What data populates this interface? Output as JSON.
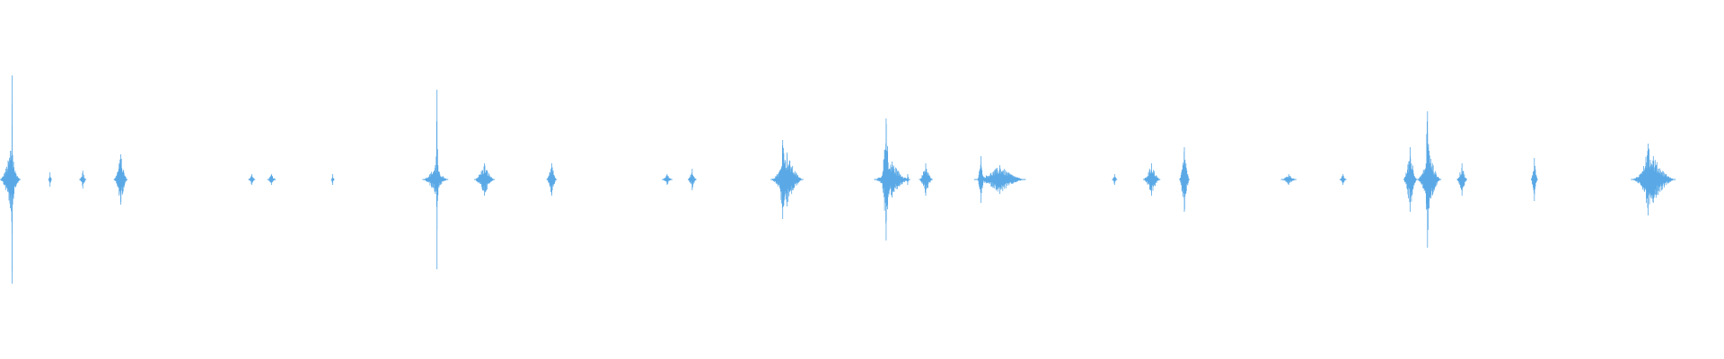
{
  "waveform": {
    "color": "#5aa9e6",
    "peak_scale": 1.0,
    "events": [
      {
        "start": 0.0,
        "end": 0.012,
        "peak": 0.16
      },
      {
        "start": 0.005,
        "end": 0.009,
        "peak": 0.3
      },
      {
        "start": 0.0065,
        "end": 0.0075,
        "peak": 0.58
      },
      {
        "start": 0.028,
        "end": 0.03,
        "peak": 0.04
      },
      {
        "start": 0.046,
        "end": 0.05,
        "peak": 0.05
      },
      {
        "start": 0.066,
        "end": 0.074,
        "peak": 0.14
      },
      {
        "start": 0.068,
        "end": 0.072,
        "peak": 0.1
      },
      {
        "start": 0.144,
        "end": 0.148,
        "peak": 0.03
      },
      {
        "start": 0.155,
        "end": 0.16,
        "peak": 0.03
      },
      {
        "start": 0.192,
        "end": 0.194,
        "peak": 0.03
      },
      {
        "start": 0.245,
        "end": 0.26,
        "peak": 0.08
      },
      {
        "start": 0.2525,
        "end": 0.2545,
        "peak": 0.5
      },
      {
        "start": 0.275,
        "end": 0.287,
        "peak": 0.09
      },
      {
        "start": 0.317,
        "end": 0.323,
        "peak": 0.09
      },
      {
        "start": 0.384,
        "end": 0.39,
        "peak": 0.03
      },
      {
        "start": 0.399,
        "end": 0.404,
        "peak": 0.06
      },
      {
        "start": 0.447,
        "end": 0.466,
        "peak": 0.15
      },
      {
        "start": 0.451,
        "end": 0.457,
        "peak": 0.22
      },
      {
        "start": 0.507,
        "end": 0.528,
        "peak": 0.1
      },
      {
        "start": 0.511,
        "end": 0.517,
        "peak": 0.34
      },
      {
        "start": 0.5255,
        "end": 0.5275,
        "peak": 0.03
      },
      {
        "start": 0.533,
        "end": 0.541,
        "peak": 0.09
      },
      {
        "start": 0.565,
        "end": 0.595,
        "peak": 0.08
      },
      {
        "start": 0.567,
        "end": 0.571,
        "peak": 0.13
      },
      {
        "start": 0.645,
        "end": 0.648,
        "peak": 0.03
      },
      {
        "start": 0.663,
        "end": 0.673,
        "peak": 0.09
      },
      {
        "start": 0.684,
        "end": 0.69,
        "peak": 0.18
      },
      {
        "start": 0.743,
        "end": 0.752,
        "peak": 0.03
      },
      {
        "start": 0.777,
        "end": 0.781,
        "peak": 0.03
      },
      {
        "start": 0.814,
        "end": 0.822,
        "peak": 0.18
      },
      {
        "start": 0.822,
        "end": 0.836,
        "peak": 0.16
      },
      {
        "start": 0.826,
        "end": 0.83,
        "peak": 0.38
      },
      {
        "start": 0.845,
        "end": 0.851,
        "peak": 0.09
      },
      {
        "start": 0.888,
        "end": 0.892,
        "peak": 0.12
      },
      {
        "start": 0.946,
        "end": 0.972,
        "peak": 0.13
      },
      {
        "start": 0.95,
        "end": 0.962,
        "peak": 0.2
      }
    ]
  }
}
